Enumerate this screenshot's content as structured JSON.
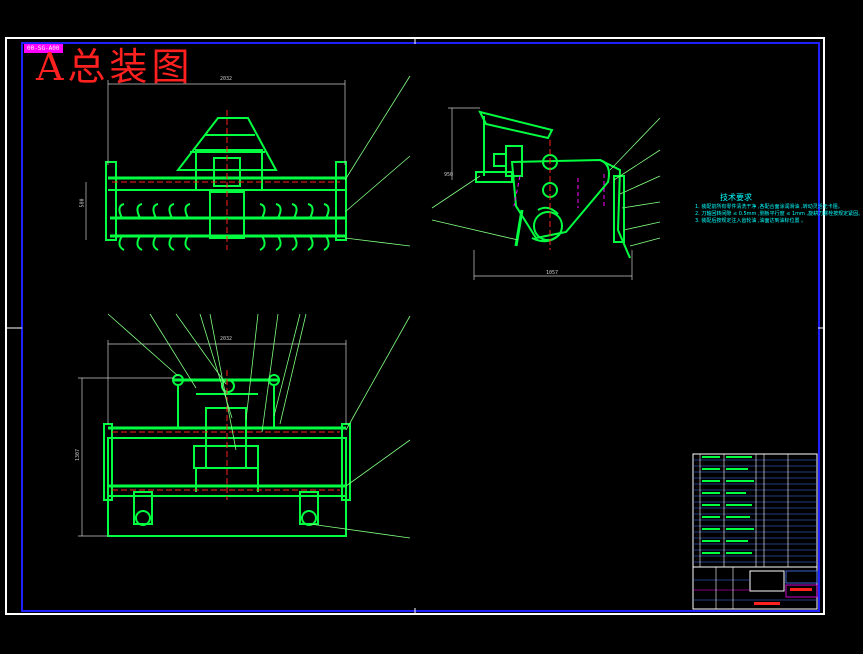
{
  "drawing": {
    "title": "A总装图",
    "tag": "00-SG-A00",
    "tech_requirements_title": "技术要求",
    "tech_requirements": "1. 装配前所有零件清洗干净 ,各配合面涂润滑油 ,转动灵活无卡阻。\n2. 刀轴回转间隙 ≤ 0.5mm ,侧板平行度 ≤ 1mm ,旋耕刀螺栓按规定紧固。\n3. 装配后按规定注入齿轮油 ,油面达到油标位置 。"
  },
  "dimensions": {
    "front_width": "2032",
    "front_height": "580",
    "top_width": "2032",
    "top_depth": "1307",
    "side_length": "1057",
    "side_height": "950"
  },
  "colors": {
    "frame_outer": "#ffffff",
    "frame_inner": "#2020ff",
    "part": "#00ff40",
    "leader": "#80ff80",
    "center": "#ff2020",
    "accent": "#ff00ff",
    "notes": "#00ffff"
  }
}
